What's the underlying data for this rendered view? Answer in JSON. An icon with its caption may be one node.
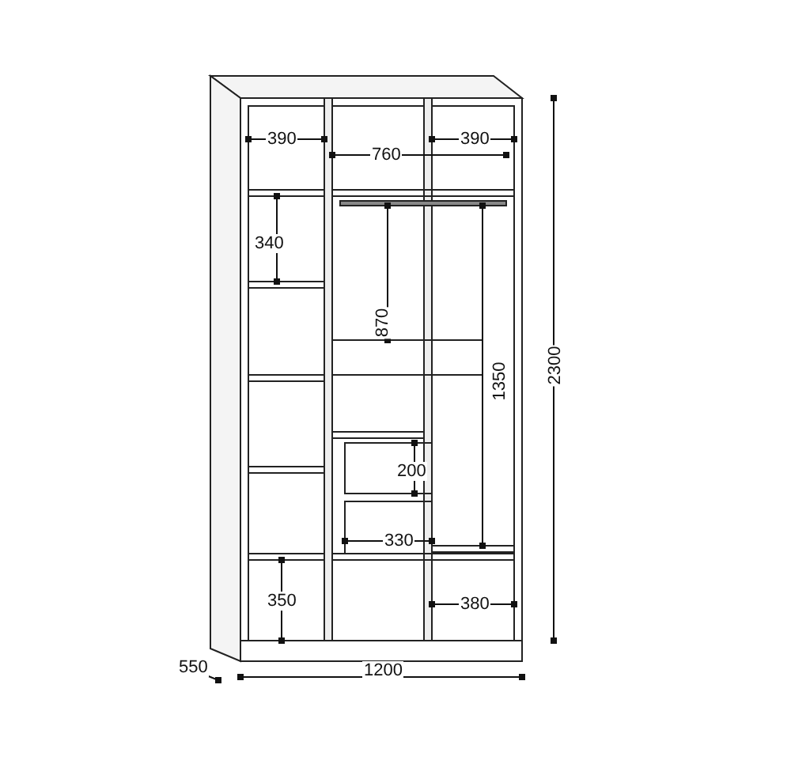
{
  "diagram": {
    "labels": [
      "390",
      "760",
      "390",
      "2300",
      "340",
      "870",
      "1350",
      "200",
      "330",
      "350",
      "380",
      "550",
      "1200"
    ]
  }
}
